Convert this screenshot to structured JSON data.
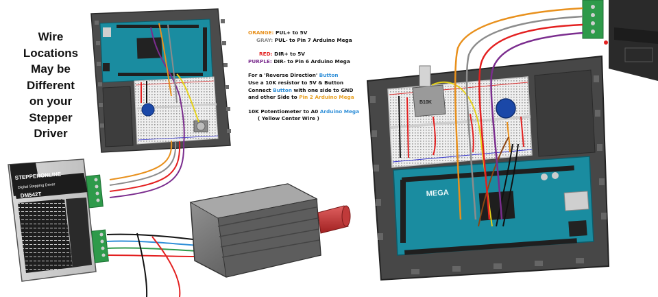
{
  "warning_lines": [
    "Wire",
    "Locations",
    "May be",
    "Different",
    "on your",
    "Stepper",
    "Driver"
  ],
  "notes": {
    "orange_label": "ORANGE:",
    "orange_text": " PUL+ to 5V",
    "gray_label": "GRAY:",
    "gray_text": " PUL- to Pin 7 Arduino Mega",
    "red_label": "RED:",
    "red_text": " DIR+ to 5V",
    "purple_label": "PURPLE:",
    "purple_text": " DIR- to Pin 6 Arduino Mega",
    "button_l1_a": "For a 'Reverse Direction' ",
    "button_word": "Button",
    "button_l2": "Use a 10K resistor to 5V & Button",
    "button_l3_a": "Connect ",
    "button_l3_c": " with one side to GND",
    "button_l4_a": "and other Side to ",
    "pin2_text": "Pin 2 Arduino Mega",
    "pot_a": "10K  Potentiometer to A0 ",
    "arduino_mega": "Arduino Mega",
    "pot_b": "( Yellow Center Wire )"
  },
  "driver": {
    "brand": "STEPPERONLINE",
    "subtitle": "Digital Stepping Driver",
    "model": "DM542T"
  },
  "board_label": "MEGA",
  "pot_label": "B10K",
  "colors": {
    "orange": "#e8901c",
    "gray": "#8c8c8c",
    "red": "#e32020",
    "purple": "#7b2d8e",
    "blue": "#2f8fd8",
    "yellow": "#e6d21a",
    "board": "#1a8ca0",
    "frame": "#4a4a4a"
  }
}
